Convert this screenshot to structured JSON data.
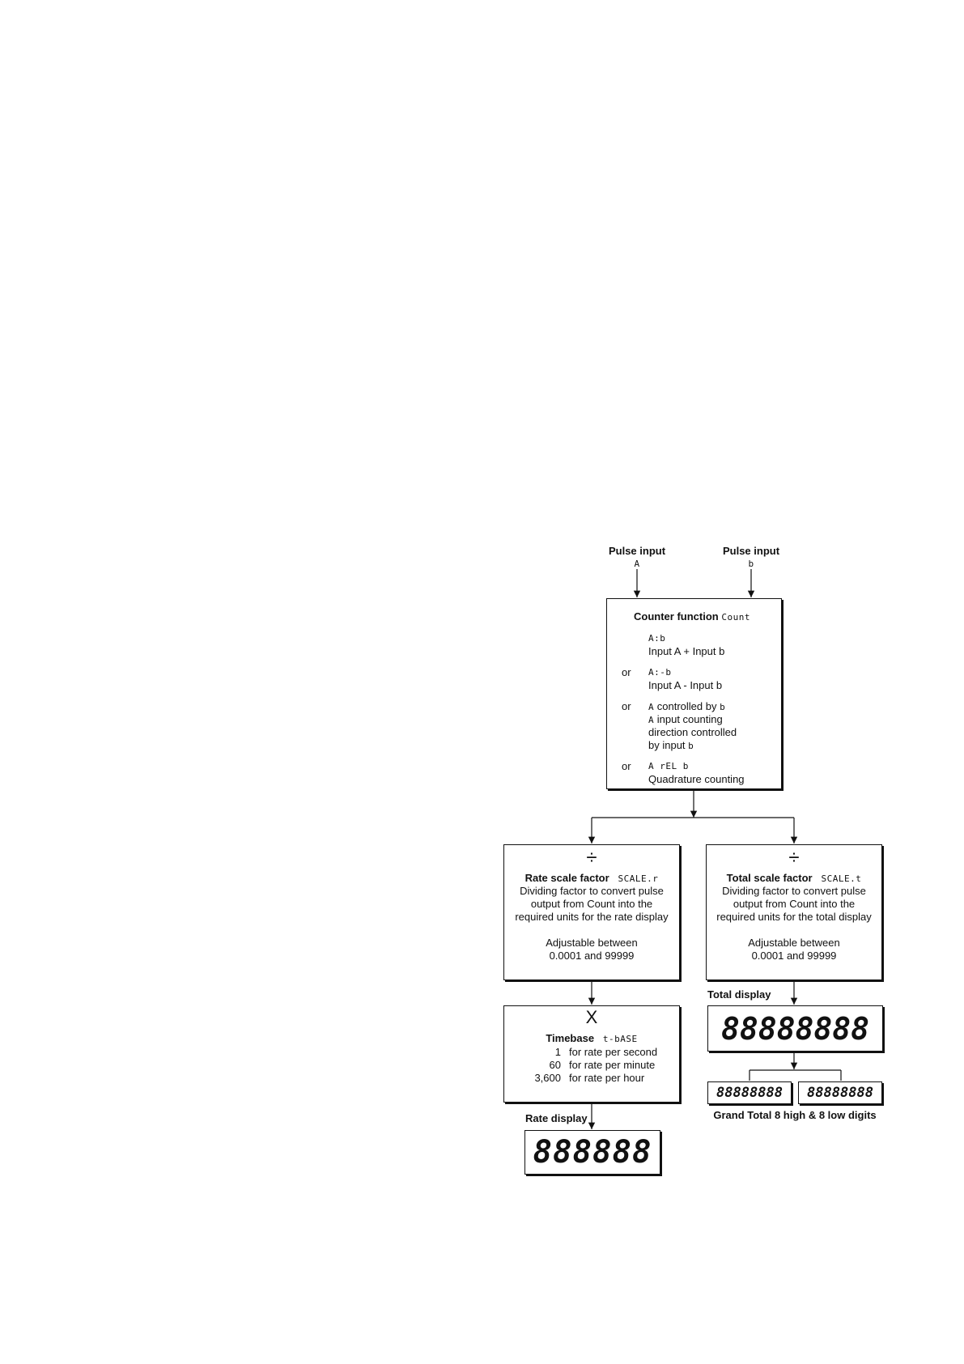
{
  "inputs": {
    "a_label": "Pulse input",
    "a_code": "A",
    "b_label": "Pulse input",
    "b_code": "b"
  },
  "counter": {
    "title": "Counter function",
    "title_code": "Count",
    "options": [
      {
        "prefix": "",
        "code": "A:b",
        "lines": [
          "Input A + Input b"
        ]
      },
      {
        "prefix": "or",
        "code": "A:-b",
        "lines": [
          "Input A - Input b"
        ]
      },
      {
        "prefix": "or",
        "code": "A",
        "code_suffix": "controlled by",
        "code_tail": "b",
        "lines": [
          "input counting",
          "direction controlled",
          "by input"
        ],
        "line1_code": "A",
        "line3_code": "b"
      },
      {
        "prefix": "or",
        "code": "A rEL b",
        "lines": [
          "Quadrature counting"
        ]
      }
    ]
  },
  "rate_scale": {
    "symbol": "÷",
    "title": "Rate scale factor",
    "code": "SCALE.r",
    "desc": [
      "Dividing factor to convert pulse",
      "output from Count into the",
      "required units for the rate display"
    ],
    "adjust": [
      "Adjustable between",
      "0.0001 and 99999"
    ]
  },
  "total_scale": {
    "symbol": "÷",
    "title": "Total scale factor",
    "code": "SCALE.t",
    "desc": [
      "Dividing factor to convert pulse",
      "output from Count into the",
      "required units for the total display"
    ],
    "adjust": [
      "Adjustable between",
      "0.0001 and 99999"
    ]
  },
  "timebase": {
    "symbol": "X",
    "title": "Timebase",
    "code": "t-bASE",
    "rows": [
      {
        "value": "1",
        "desc": "for rate per second"
      },
      {
        "value": "60",
        "desc": "for rate per minute"
      },
      {
        "value": "3,600",
        "desc": "for rate per hour"
      }
    ]
  },
  "rate_display": {
    "label": "Rate display",
    "digits": "888888"
  },
  "total_display": {
    "label": "Total display",
    "digits": "88888888"
  },
  "grand_total": {
    "high_digits": "88888888",
    "low_digits": "88888888",
    "caption": "Grand Total 8 high & 8 low digits"
  }
}
